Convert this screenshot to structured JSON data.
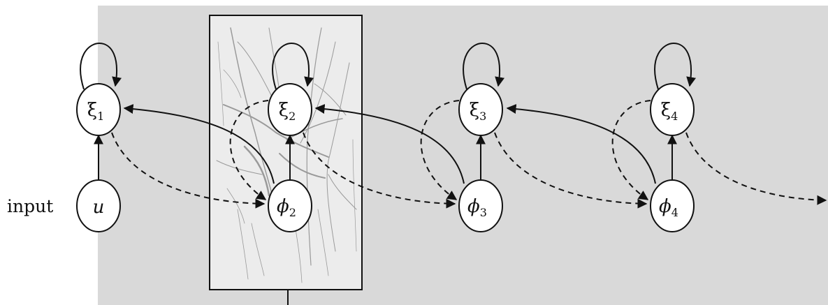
{
  "diagram": {
    "input_label": "input",
    "colors": {
      "background_panel": "#d9d9d9",
      "inset_panel": "#eeeeee",
      "node_fill": "#ffffff",
      "stroke": "#111111",
      "neuron_texture": "#9a9a9a"
    },
    "nodes": [
      {
        "id": "u",
        "symbol": "u",
        "subscript": ""
      },
      {
        "id": "xi1",
        "symbol": "ξ",
        "subscript": "1"
      },
      {
        "id": "xi2",
        "symbol": "ξ",
        "subscript": "2"
      },
      {
        "id": "xi3",
        "symbol": "ξ",
        "subscript": "3"
      },
      {
        "id": "xi4",
        "symbol": "ξ",
        "subscript": "4"
      },
      {
        "id": "phi2",
        "symbol": "ϕ",
        "subscript": "2"
      },
      {
        "id": "phi3",
        "symbol": "ϕ",
        "subscript": "3"
      },
      {
        "id": "phi4",
        "symbol": "ϕ",
        "subscript": "4"
      }
    ],
    "edges": [
      {
        "from": "u",
        "to": "xi1",
        "style": "solid"
      },
      {
        "from": "phi2",
        "to": "xi2",
        "style": "solid"
      },
      {
        "from": "phi3",
        "to": "xi3",
        "style": "solid"
      },
      {
        "from": "phi4",
        "to": "xi4",
        "style": "solid"
      },
      {
        "from": "phi2",
        "to": "xi1",
        "style": "solid"
      },
      {
        "from": "phi3",
        "to": "xi2",
        "style": "solid"
      },
      {
        "from": "phi4",
        "to": "xi3",
        "style": "solid"
      },
      {
        "from": "xi1",
        "to": "phi2",
        "style": "dashed"
      },
      {
        "from": "xi2",
        "to": "phi3",
        "style": "dashed"
      },
      {
        "from": "xi3",
        "to": "phi4",
        "style": "dashed"
      },
      {
        "from": "xi2",
        "to": "phi2",
        "style": "dashed"
      },
      {
        "from": "xi3",
        "to": "phi3",
        "style": "dashed"
      },
      {
        "from": "xi4",
        "to": "phi4",
        "style": "dashed"
      },
      {
        "from": "xi4",
        "to": "next",
        "style": "dashed"
      },
      {
        "from": "xi1",
        "to": "xi1",
        "style": "self-loop"
      },
      {
        "from": "xi2",
        "to": "xi2",
        "style": "self-loop"
      },
      {
        "from": "xi3",
        "to": "xi3",
        "style": "self-loop"
      },
      {
        "from": "xi4",
        "to": "xi4",
        "style": "self-loop"
      }
    ]
  }
}
